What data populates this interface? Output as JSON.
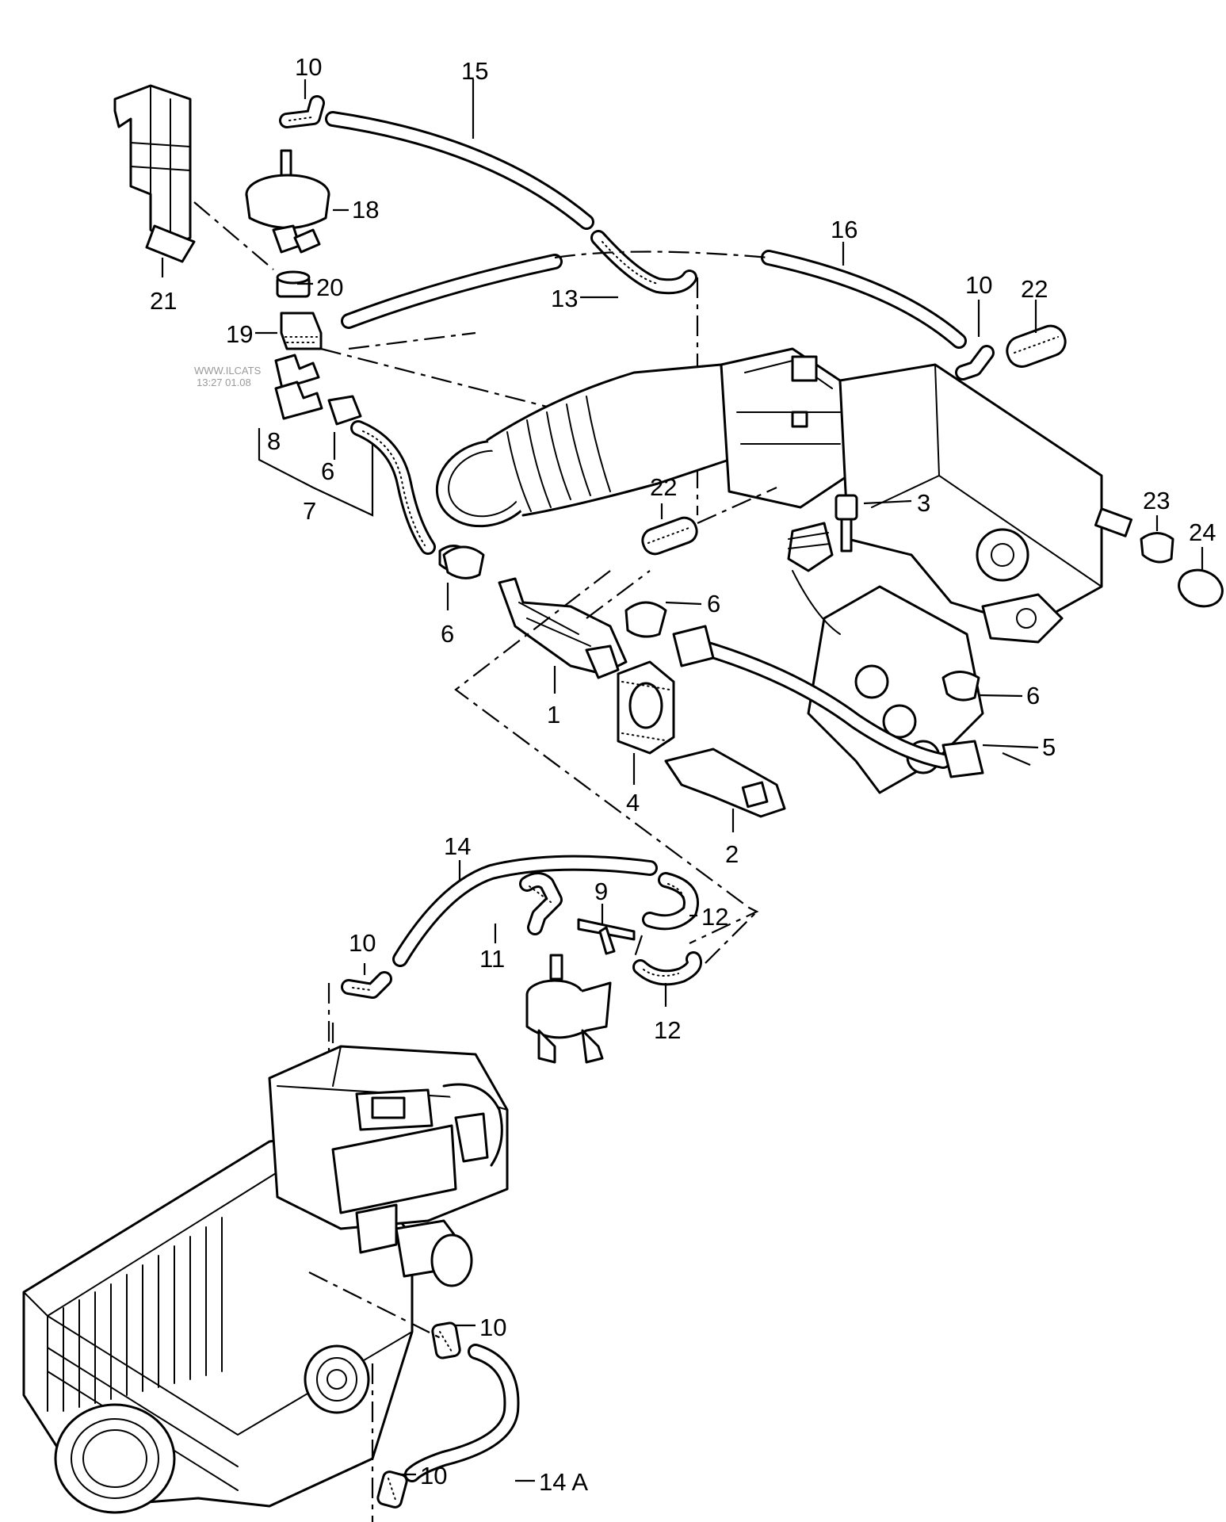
{
  "watermark": {
    "line1": "WWW.ILCATS",
    "line2": "13:27 01.08"
  },
  "callouts": [
    {
      "id": "c-1",
      "text": "1"
    },
    {
      "id": "c-2",
      "text": "2"
    },
    {
      "id": "c-3",
      "text": "3"
    },
    {
      "id": "c-4",
      "text": "4"
    },
    {
      "id": "c-5",
      "text": "5"
    },
    {
      "id": "c-6a",
      "text": "6"
    },
    {
      "id": "c-6b",
      "text": "6"
    },
    {
      "id": "c-6c",
      "text": "6"
    },
    {
      "id": "c-6d",
      "text": "6"
    },
    {
      "id": "c-7",
      "text": "7"
    },
    {
      "id": "c-8",
      "text": "8"
    },
    {
      "id": "c-9",
      "text": "9"
    },
    {
      "id": "c-10a",
      "text": "10"
    },
    {
      "id": "c-10b",
      "text": "10"
    },
    {
      "id": "c-10c",
      "text": "10"
    },
    {
      "id": "c-10d",
      "text": "10"
    },
    {
      "id": "c-10e",
      "text": "10"
    },
    {
      "id": "c-11",
      "text": "11"
    },
    {
      "id": "c-12a",
      "text": "12"
    },
    {
      "id": "c-12b",
      "text": "12"
    },
    {
      "id": "c-13",
      "text": "13"
    },
    {
      "id": "c-14",
      "text": "14"
    },
    {
      "id": "c-14a",
      "text": "14 A"
    },
    {
      "id": "c-15",
      "text": "15"
    },
    {
      "id": "c-16",
      "text": "16"
    },
    {
      "id": "c-18",
      "text": "18"
    },
    {
      "id": "c-19",
      "text": "19"
    },
    {
      "id": "c-20",
      "text": "20"
    },
    {
      "id": "c-21",
      "text": "21"
    },
    {
      "id": "c-22a",
      "text": "22"
    },
    {
      "id": "c-22b",
      "text": "22"
    },
    {
      "id": "c-23",
      "text": "23"
    },
    {
      "id": "c-24",
      "text": "24"
    }
  ]
}
